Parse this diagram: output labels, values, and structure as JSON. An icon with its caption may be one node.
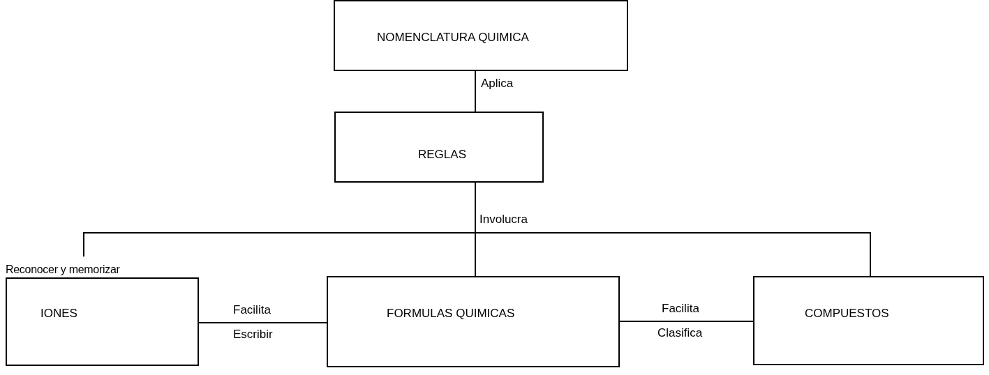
{
  "diagram": {
    "nodes": [
      {
        "text": [
          "NOMENCLATURA QUIMICA"
        ]
      },
      {
        "text": [
          "REGLAS"
        ]
      },
      {
        "text": [
          "Reconocer y memorizar",
          "IONES"
        ]
      },
      {
        "text": [
          "FORMULAS QUIMICAS"
        ]
      },
      {
        "text": [
          "COMPUESTOS"
        ]
      }
    ],
    "edges": [
      {
        "from": 0,
        "to": 1,
        "arrow": "none",
        "label": "Aplica"
      },
      {
        "from": 1,
        "to": 3,
        "arrow": "none",
        "label": "Involucra"
      },
      {
        "from": 1,
        "to": 2,
        "arrow": "none"
      },
      {
        "from": 1,
        "to": 4,
        "arrow": "none"
      },
      {
        "from": 2,
        "to": 3,
        "arrow": "none",
        "label": "Facilita"
      },
      {
        "from": 3,
        "to": 4,
        "arrow": "none",
        "label": "Facilita"
      }
    ],
    "labels": [
      "Escribir",
      "Clasifica"
    ]
  }
}
